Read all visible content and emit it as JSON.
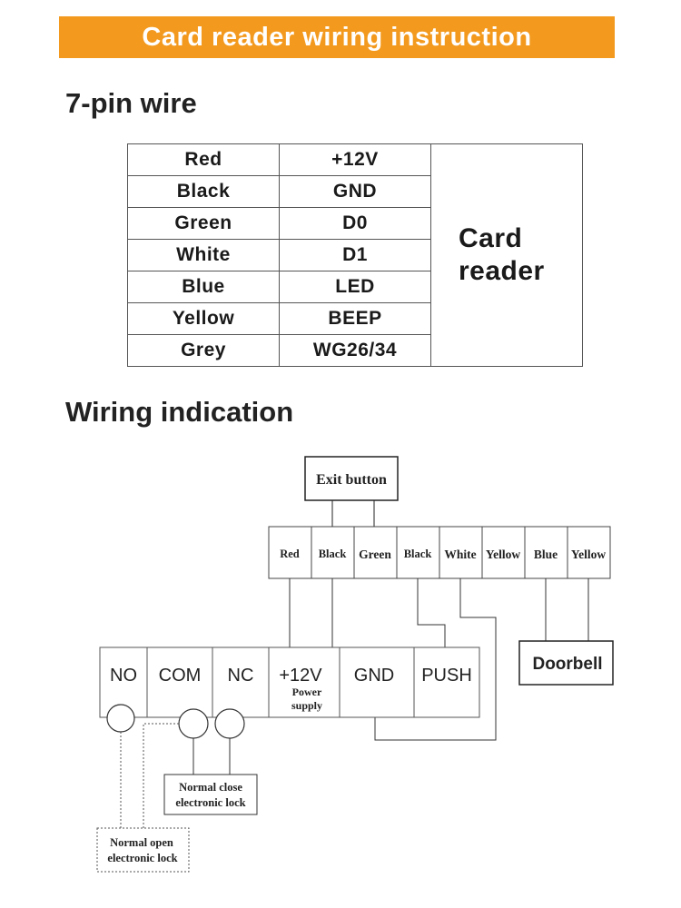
{
  "banner": {
    "title": "Card reader wiring instruction",
    "color": "#f39a1e"
  },
  "section1": {
    "heading": "7-pin wire"
  },
  "pin_table": {
    "rows": [
      {
        "wire": "Red",
        "signal": "+12V"
      },
      {
        "wire": "Black",
        "signal": "GND"
      },
      {
        "wire": "Green",
        "signal": "D0"
      },
      {
        "wire": "White",
        "signal": "D1"
      },
      {
        "wire": "Blue",
        "signal": "LED"
      },
      {
        "wire": "Yellow",
        "signal": "BEEP"
      },
      {
        "wire": "Grey",
        "signal": "WG26/34"
      }
    ],
    "device_line1": "Card",
    "device_line2": "reader"
  },
  "section2": {
    "heading": "Wiring indication"
  },
  "diagram": {
    "exit_button": "Exit button",
    "wires": [
      "Red",
      "Black",
      "Green",
      "Black",
      "White",
      "Yellow",
      "Blue",
      "Yellow"
    ],
    "doorbell": "Doorbell",
    "terminals": [
      "NO",
      "COM",
      "NC",
      "+12V",
      "GND",
      "PUSH"
    ],
    "power_supply_line1": "Power",
    "power_supply_line2": "supply",
    "nc_lock_line1": "Normal close",
    "nc_lock_line2": "electronic lock",
    "no_lock_line1": "Normal open",
    "no_lock_line2": "electronic lock"
  }
}
